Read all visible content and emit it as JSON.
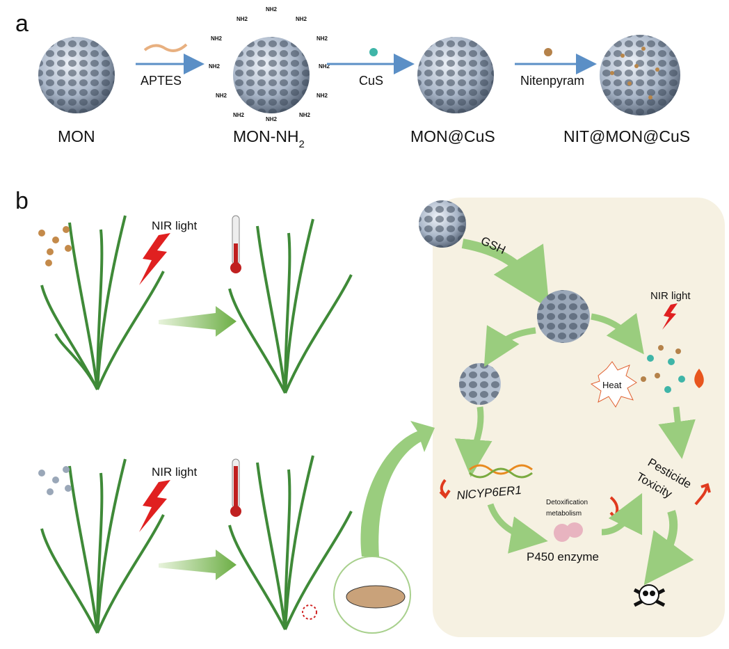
{
  "panel_a": {
    "label": "a",
    "steps": [
      "APTES",
      "CuS",
      "Nitenpyram"
    ],
    "products": [
      "MON",
      "MON-NH",
      "MON@CuS",
      "NIT@MON@CuS"
    ],
    "nh2_subscript": "2",
    "nh2_label": "NH2"
  },
  "panel_b": {
    "label": "b",
    "nir_light": "NIR light",
    "gsh": "GSH",
    "heat": "Heat",
    "gene": "NlCYP6ER1",
    "detox_line1": "Detoxification",
    "detox_line2": "metabolism",
    "enzyme": "P450 enzyme",
    "toxicity_line1": "Pesticide",
    "toxicity_line2": "Toxicity"
  },
  "colors": {
    "arrow_blue": "#5b8fc6",
    "arrow_green": "#9acd7e",
    "panel_bg": "#f6f1e2",
    "red": "#e03a1e"
  }
}
